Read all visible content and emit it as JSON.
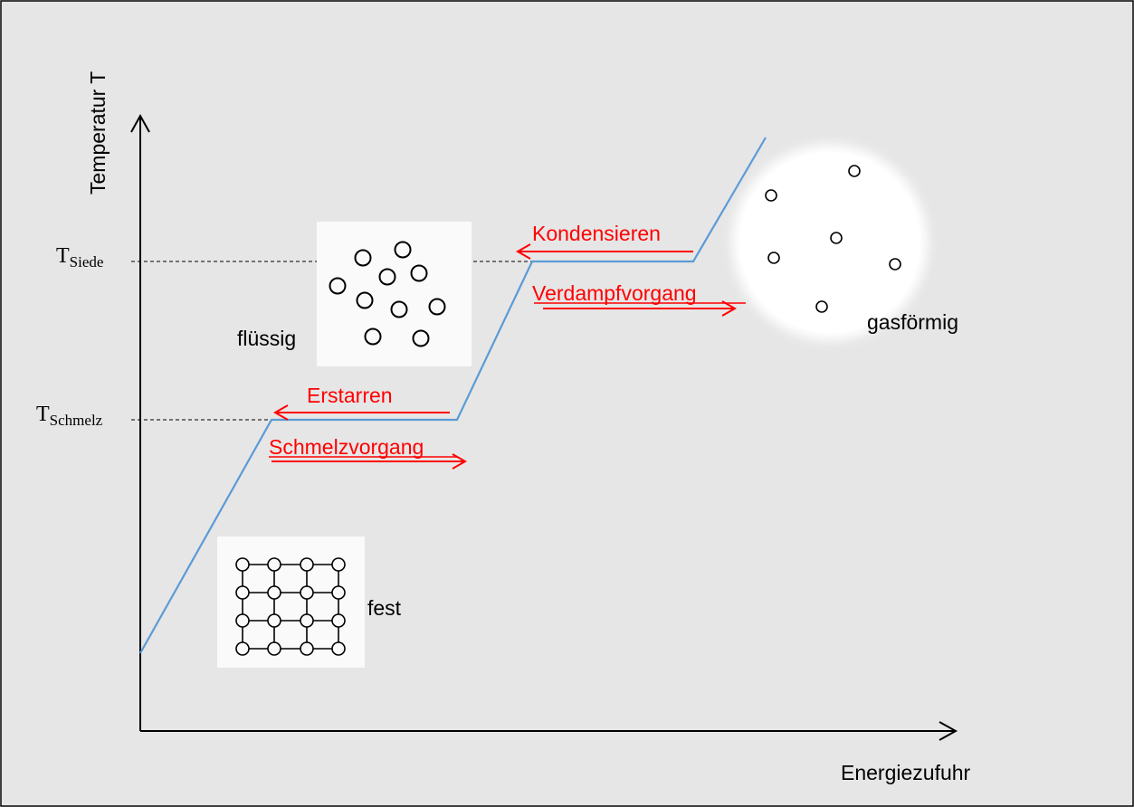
{
  "axes": {
    "y_label": "Temperatur T",
    "x_label": "Energiezufuhr"
  },
  "temperature_levels": {
    "boiling": {
      "base": "T",
      "subscript": "Siede"
    },
    "melting": {
      "base": "T",
      "subscript": "Schmelz"
    }
  },
  "states": {
    "solid": "fest",
    "liquid": "flüssig",
    "gas": "gasförmig"
  },
  "transitions": {
    "condensing": "Kondensieren",
    "vaporizing": "Verdampfvorgang",
    "freezing": "Erstarren",
    "melting": "Schmelzvorgang"
  },
  "colors": {
    "background": "#e6e6e6",
    "curve": "#5b9bd5",
    "transition": "#ff0000",
    "axis": "#000000",
    "particle_box": "#ffffff"
  }
}
